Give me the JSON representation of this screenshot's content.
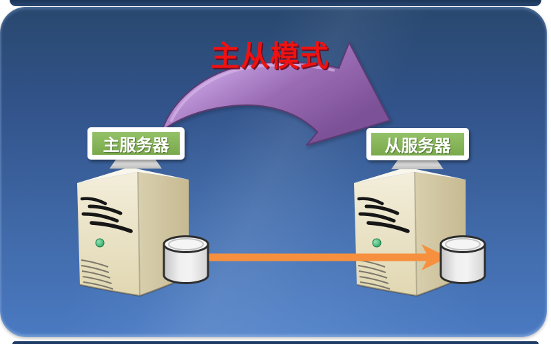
{
  "title": {
    "text": "主从模式",
    "color": "#ee1212"
  },
  "nodes": {
    "master": {
      "label": "主服务器"
    },
    "slave": {
      "label": "从服务器"
    }
  },
  "icons": {
    "mode_arrow": "curved-arrow-right-icon",
    "replication_arrow": "straight-arrow-right-icon",
    "master_server": "server-tower-icon",
    "slave_server": "server-tower-icon",
    "master_database": "database-cylinder-icon",
    "slave_database": "database-cylinder-icon"
  },
  "style": {
    "panel_top_color": "#29486f",
    "panel_bottom_color": "#4b7ac2",
    "label_background": "#85b458",
    "label_text_color": "#ffffff",
    "mode_arrow_color": "#9a6cb4",
    "replication_arrow_color": "#f6903f",
    "server_body_color": "#eae1c2",
    "cylinder_color": "#e6e6e6"
  }
}
